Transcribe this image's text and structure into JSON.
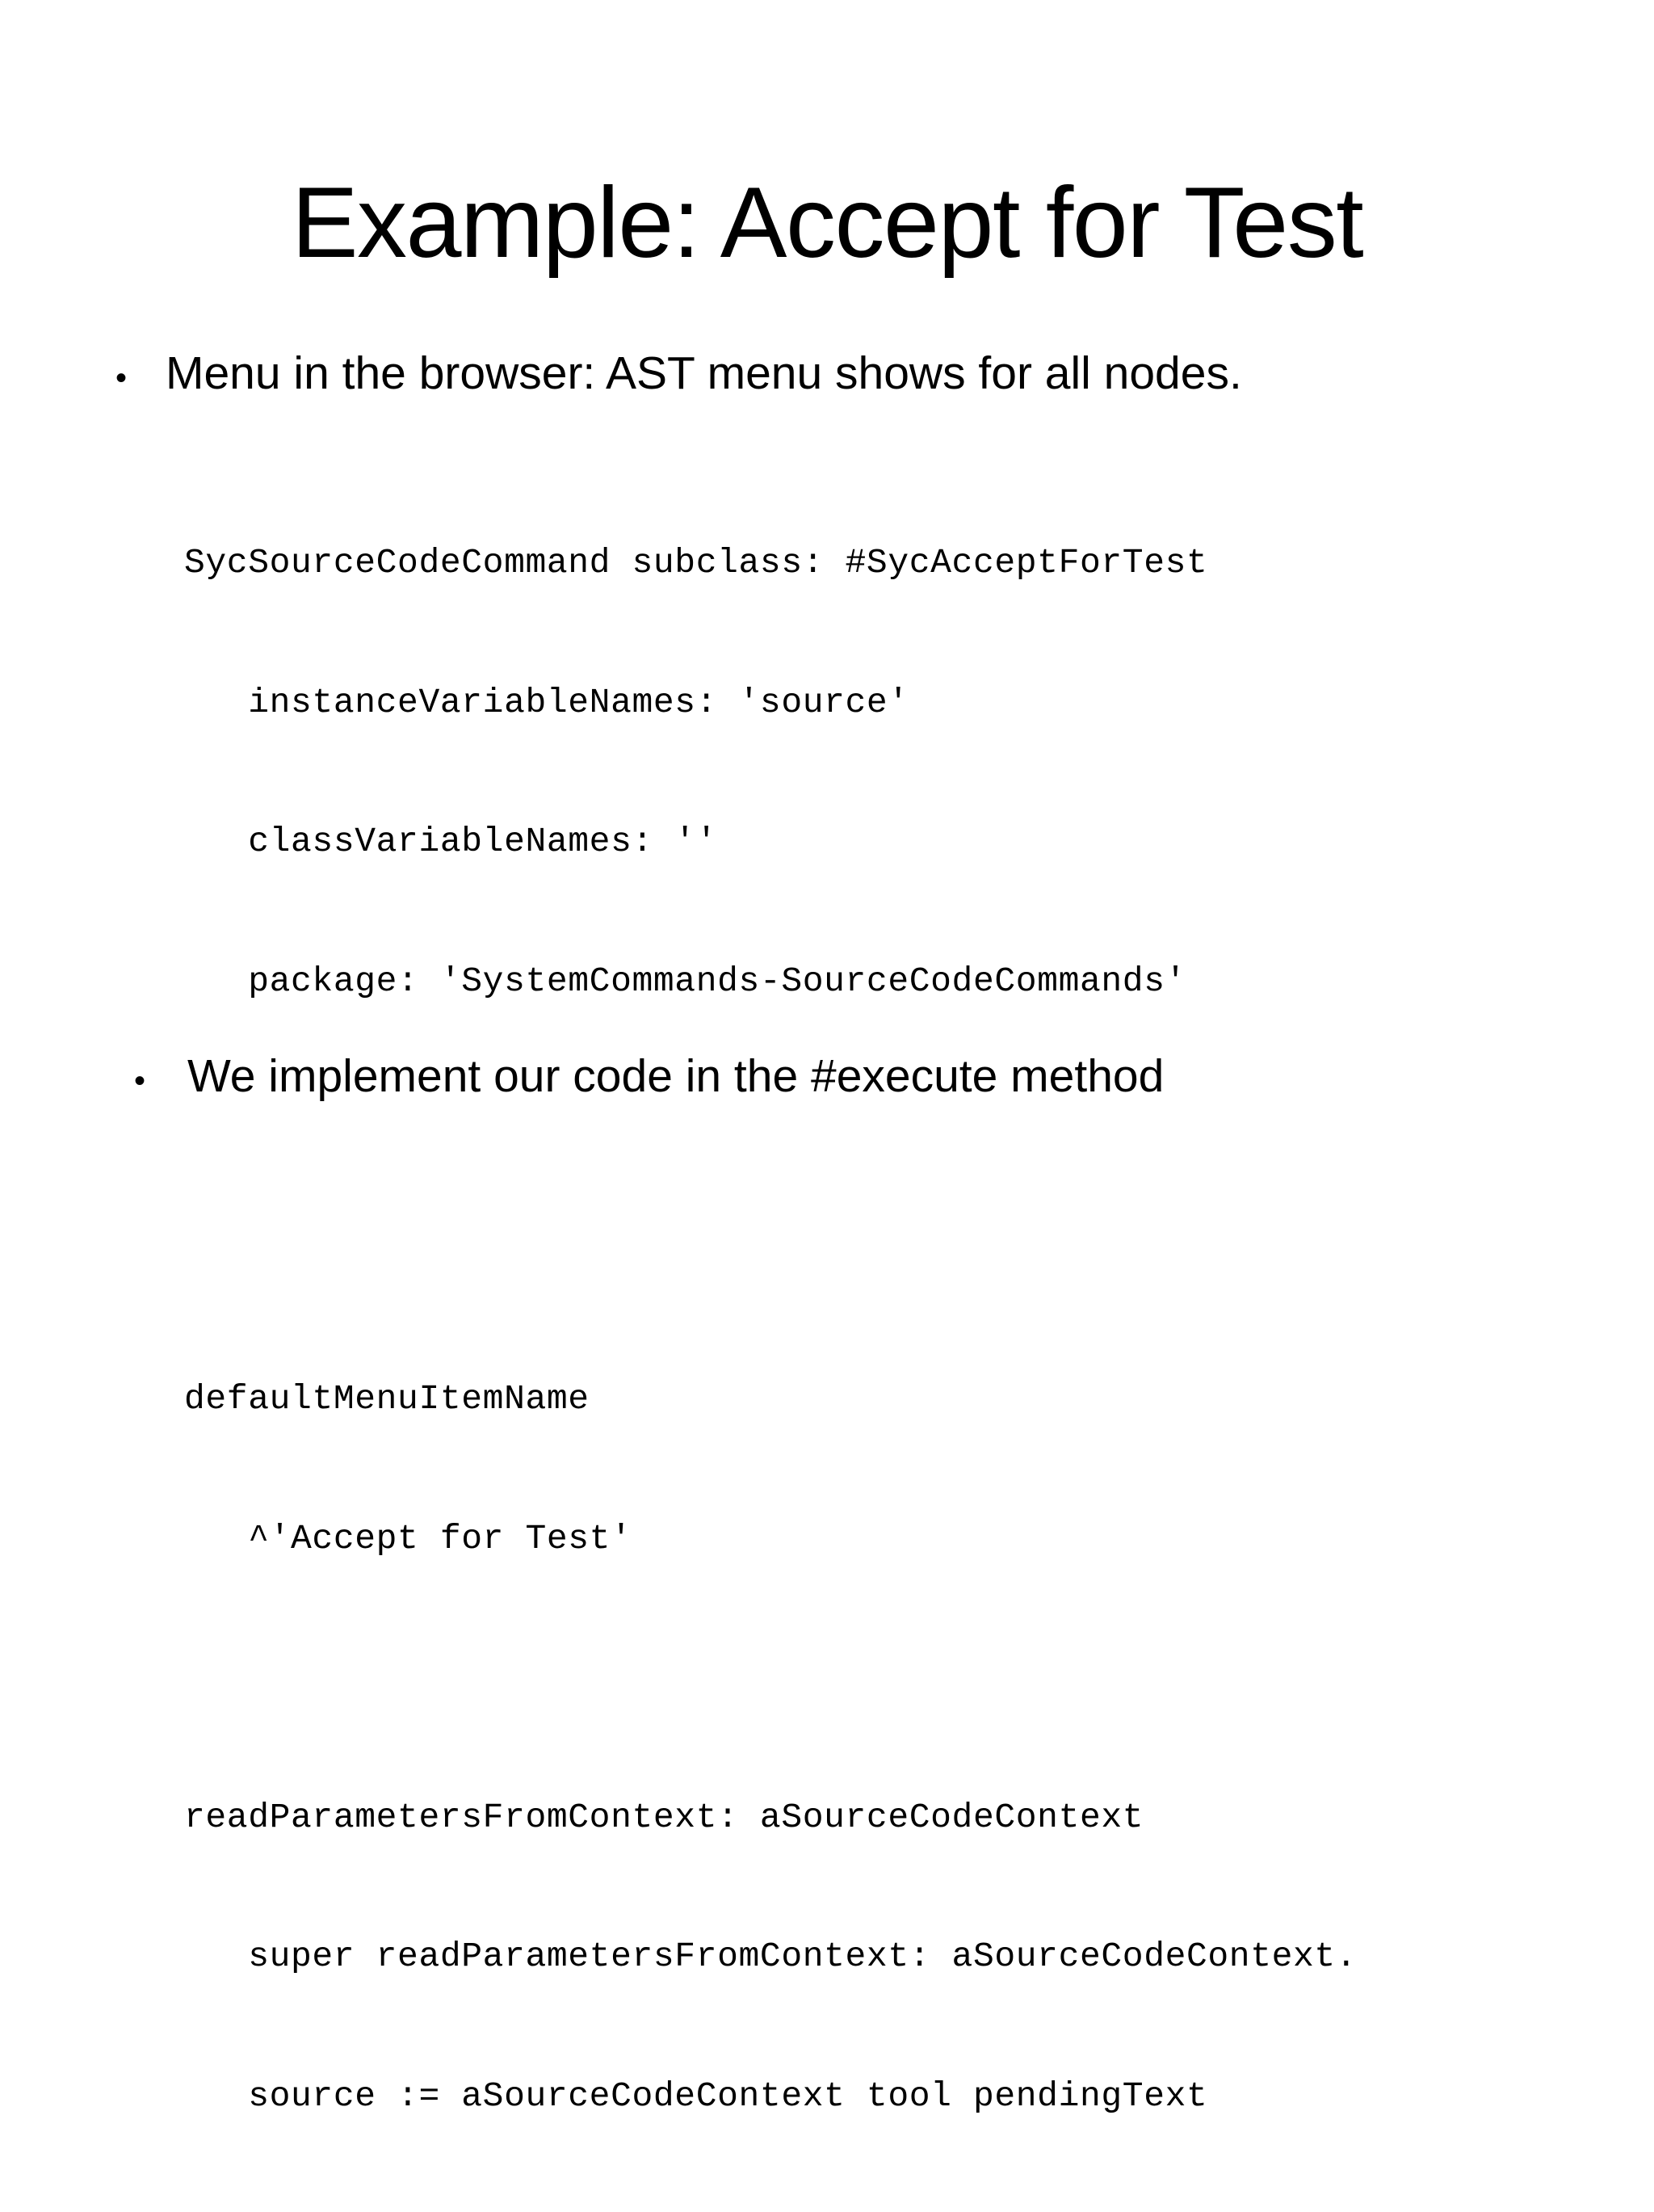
{
  "slide": {
    "title": "Example: Accept for Test",
    "background_color": "#ffffff",
    "text_color": "#000000",
    "bullets": [
      {
        "marker": "•",
        "text": "Menu in the browser: AST menu shows for all nodes."
      },
      {
        "marker": "•",
        "text": "We implement our code in the #execute method"
      }
    ],
    "code": {
      "language": "smalltalk",
      "lines": [
        "SycSourceCodeCommand subclass: #SycAcceptForTest",
        "   instanceVariableNames: 'source'",
        "   classVariableNames: ''",
        "   package: 'SystemCommands-SourceCodeCommands'",
        "",
        "",
        "defaultMenuItemName",
        "   ^'Accept for Test'",
        "",
        "readParametersFromContext: aSourceCodeContext",
        "   super readParametersFromContext: aSourceCodeContext.",
        "   source := aSourceCodeContext tool pendingText"
      ]
    }
  }
}
